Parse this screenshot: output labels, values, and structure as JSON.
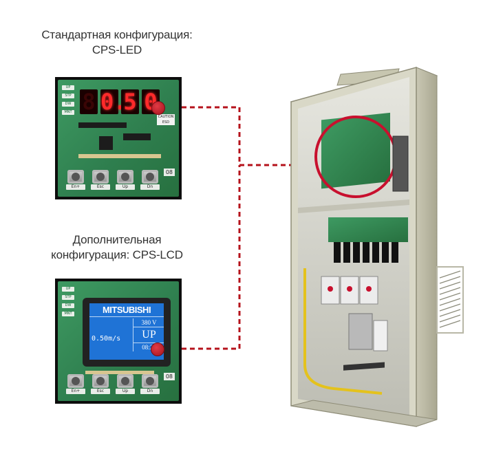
{
  "captions": {
    "standard_line1": "Стандартная конфигурация:",
    "standard_line2": "CPS-LED",
    "optional_line1": "Дополнительная",
    "optional_line2": "конфигурация: CPS-LCD"
  },
  "led_board": {
    "side_labels": [
      "UP",
      "STP",
      "DW",
      "MNT"
    ],
    "digits": [
      "8",
      "0.",
      "5",
      "0"
    ],
    "buttons": [
      "En+",
      "Esc",
      "Up",
      "Dn"
    ],
    "model": "08",
    "caution": "CAUTION ESD"
  },
  "lcd_board": {
    "side_labels": [
      "UP",
      "STP",
      "DW",
      "MNT"
    ],
    "brand": "MITSUBISHI",
    "speed": "0.50m/s",
    "voltage": "380 V",
    "direction": "UP",
    "time": "08:28",
    "buttons": [
      "En+",
      "Esc",
      "Up",
      "Dn"
    ],
    "model": "08"
  },
  "colors": {
    "accent_red": "#c8102e",
    "connector_dash": "#b5121b",
    "led_digit": "#ff2a2a",
    "lcd_screen": "#1f73d6",
    "pcb_green": "#2f7f4f"
  }
}
